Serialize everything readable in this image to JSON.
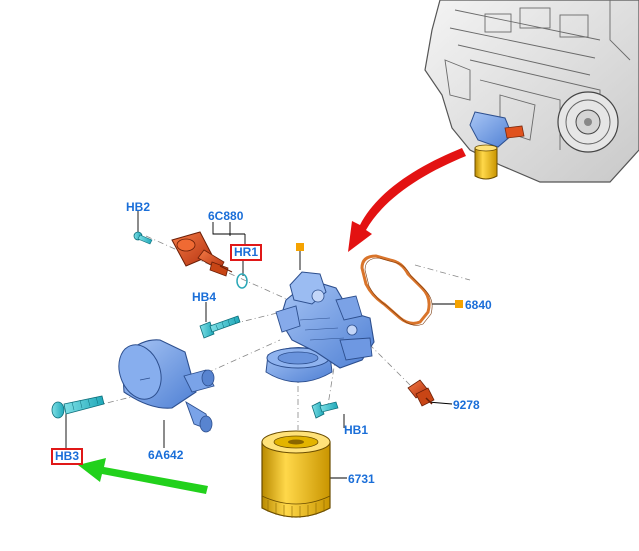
{
  "labels": {
    "hb2": "HB2",
    "c6c880": "6C880",
    "hr1": "HR1",
    "hb4": "HB4",
    "p6840": "6840",
    "p9278": "9278",
    "hb1": "HB1",
    "p6a642": "6A642",
    "hb3": "HB3",
    "p6731": "6731"
  },
  "colors": {
    "label_text": "#1a6ed8",
    "highlight_box": "#e01818",
    "arrow_red": "#e31212",
    "arrow_green": "#22d11c",
    "part_blue": "#6f9de6",
    "part_orange": "#e0521e",
    "filter_yellow": "#f2c20d",
    "gasket_orange": "#d9742a",
    "marker_square": "#f5a300"
  },
  "icons": {
    "engine": "engine-block-illustration",
    "housing": "oil-filter-housing-illustration",
    "cooler": "oil-cooler-illustration",
    "filter": "oil-filter-illustration",
    "gasket": "gasket-illustration",
    "sensor": "oil-pressure-sensor-illustration"
  }
}
